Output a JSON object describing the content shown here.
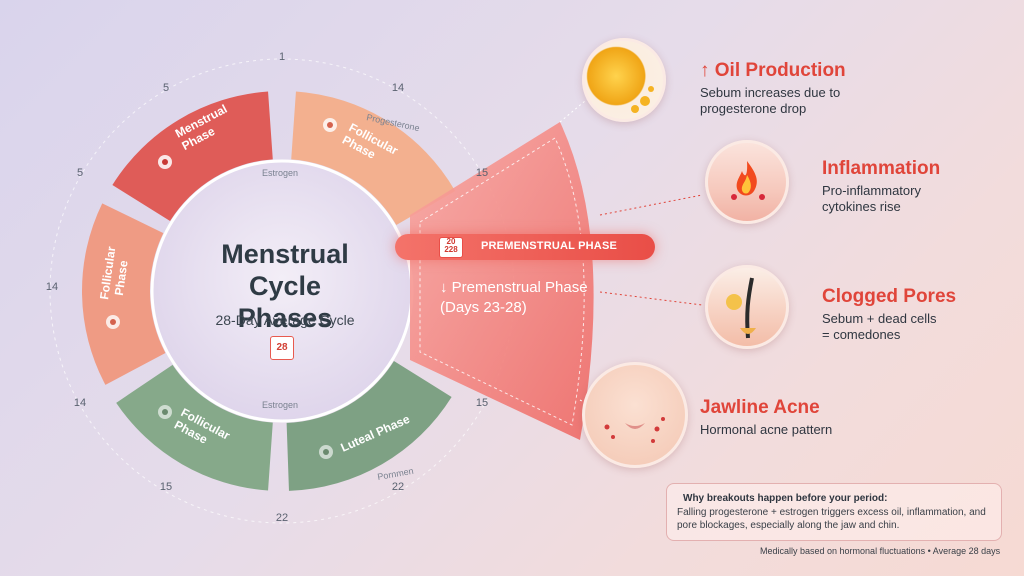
{
  "center": {
    "title_line1": "Menstrual",
    "title_line2": "Cycle Phases",
    "subtitle": "28-Day Average Cycle",
    "calendar_day": "28"
  },
  "ring_labels": {
    "menstrual": [
      "Menstrual",
      "Phase"
    ],
    "follicular_top": [
      "Follicular",
      "Phase"
    ],
    "follicular_left": [
      "Follicular",
      "Phase"
    ],
    "follicular_bottom": [
      "Follicular",
      "Phase"
    ],
    "luteal": "Luteal Phase"
  },
  "hormone_labels": {
    "progesterone": "Progesterone",
    "estrogen_top": "Estrogen",
    "estrogen_bottom": "Estrogen",
    "bottom_right": "Pornmen"
  },
  "day_markers": {
    "top": "1",
    "upper_left": "5",
    "mid_left": "5",
    "left": "14",
    "lower_left": "14",
    "bottom_left": "15",
    "bottom": "22",
    "bottom_right": "22",
    "upper_right": "14",
    "right_upper": "15",
    "right_lower": "15"
  },
  "premenstrual": {
    "banner": "PREMENSTRUAL PHASE",
    "banner_cal": "20\n228",
    "label_line1": "↓ Premenstrual Phase",
    "label_line2": "(Days 23-28)"
  },
  "effects": [
    {
      "title": "↑ Oil Production",
      "desc_line1": "Sebum increases due to",
      "desc_line2": "progesterone drop"
    },
    {
      "title": "Inflammation",
      "desc_line1": "Pro-inflammatory",
      "desc_line2": "cytokines rise"
    },
    {
      "title": "Clogged Pores",
      "desc_line1": "Sebum + dead cells",
      "desc_line2": "= comedones"
    },
    {
      "title": "Jawline Acne",
      "desc_line1": "Hormonal acne pattern",
      "desc_line2": ""
    }
  ],
  "note": {
    "title": "Why breakouts happen before your period:",
    "text": "Falling progesterone + estrogen triggers excess oil, inflammation, and pore blockages, especially along the jaw and chin."
  },
  "footer": "Medically based on hormonal fluctuations • Average 28 days",
  "colors": {
    "menstrual": "#df5c58",
    "follicular_peach": "#f3b08f",
    "follicular_salmon": "#ef9b84",
    "luteal_green": "#86a98a",
    "premenstrual": "#f37c76",
    "accent_red": "#e0453a"
  }
}
